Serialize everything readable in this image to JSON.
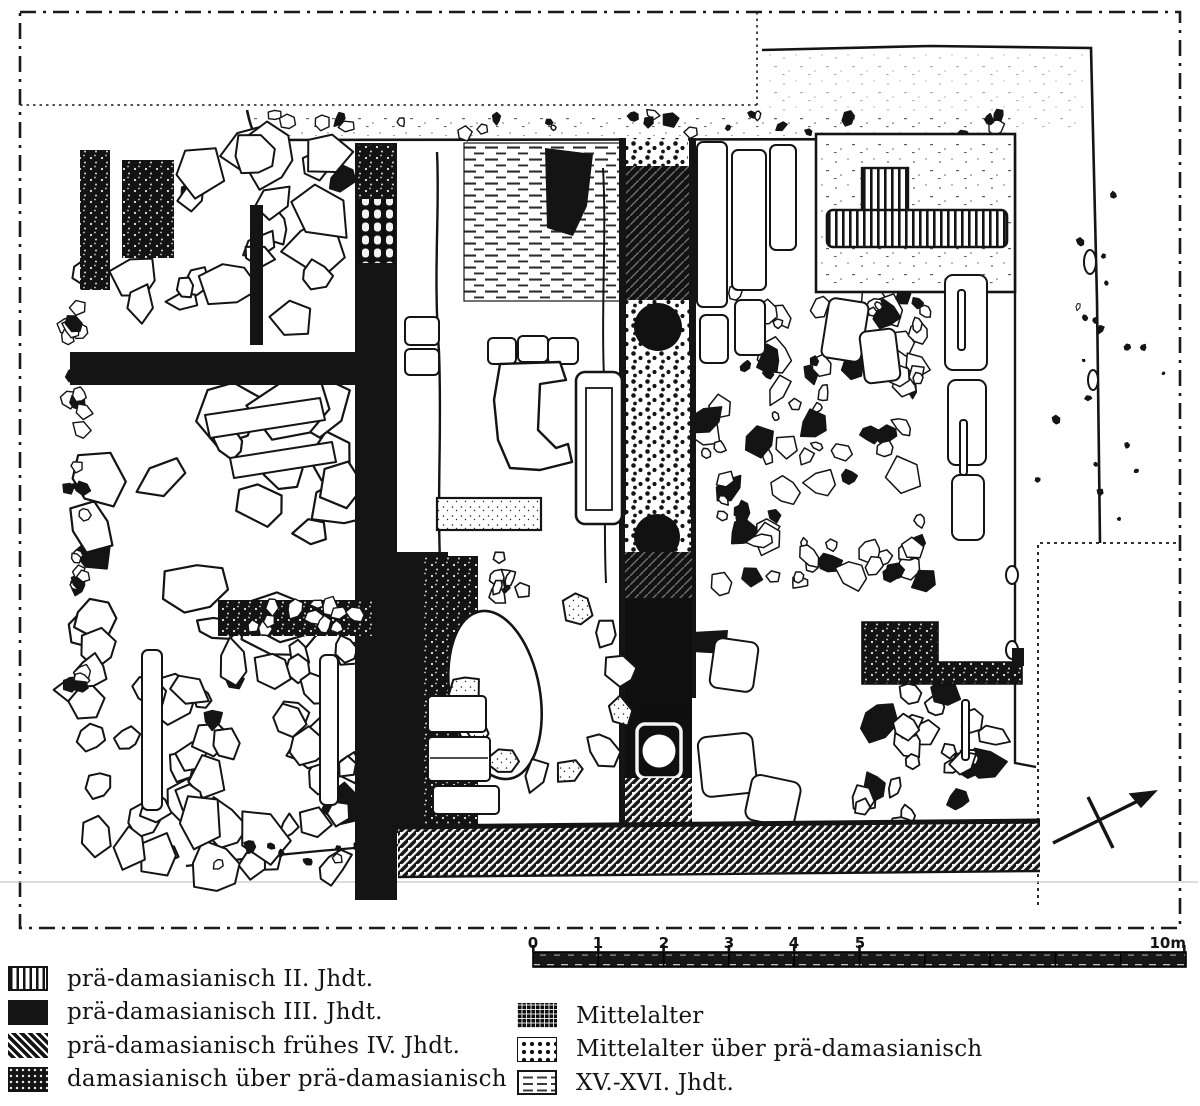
{
  "figure": {
    "kind": "archaeological-excavation-plan",
    "ink_color": "#141414",
    "paper_color": "#ffffff"
  },
  "legend": {
    "left": [
      {
        "pattern": "vertical-hatch",
        "label": "prä-damasianisch II. Jhdt."
      },
      {
        "pattern": "solid-black",
        "label": "prä-damasianisch III. Jhdt."
      },
      {
        "pattern": "diagonal-hatch",
        "label": "prä-damasianisch frühes IV. Jhdt."
      },
      {
        "pattern": "dark-speckled",
        "label": "damasianisch über prä-damasianisch"
      }
    ],
    "right": [
      {
        "pattern": "grid",
        "label": "Mittelalter"
      },
      {
        "pattern": "dots",
        "label": "Mittelalter über prä-damasianisch"
      },
      {
        "pattern": "dashed-lines",
        "label": "XV.-XVI. Jhdt."
      }
    ]
  },
  "scale_bar": {
    "ticks": [
      "0",
      "1",
      "2",
      "3",
      "4",
      "5"
    ],
    "end_label": "10m"
  }
}
